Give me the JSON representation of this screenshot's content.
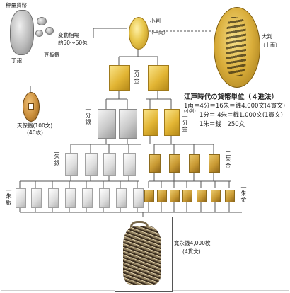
{
  "labels": {
    "chogin_top": "秤量貨幣",
    "rate": "変動相場",
    "rate_range": "約50～60匁",
    "mameita": "豆板銀",
    "chogin": "丁銀",
    "koban": "小判",
    "koban_sub": "（一両）",
    "oban": "大判",
    "oban_sub": "（十両）",
    "nibukin": "二分金",
    "ichibugin": "一分銀",
    "ichibukin": "一分金",
    "nishugin": "二朱銀",
    "nishukin": "二朱金",
    "isshugin": "一朱銀",
    "isshukin": "一朱金",
    "tempo": "天保銭(100文)",
    "tempo_sub": "(40枚)",
    "kanei": "寛永銭4,000枚",
    "kanei_sub": "(4貫文)"
  },
  "units": {
    "title": "江戸時代の貨幣単位（４進法）",
    "lines": [
      {
        "a": "1両＝4分＝16朱＝銭4,000文(4貫文)",
        "note": "(小判)"
      },
      {
        "a": "1分＝ 4朱＝銭1,000文(1貫文)",
        "note": ""
      },
      {
        "a": "1朱＝銭　250文",
        "note": ""
      }
    ]
  },
  "colors": {
    "gold": "#e2b534",
    "silver": "#c9c9c9",
    "line": "#555555"
  }
}
